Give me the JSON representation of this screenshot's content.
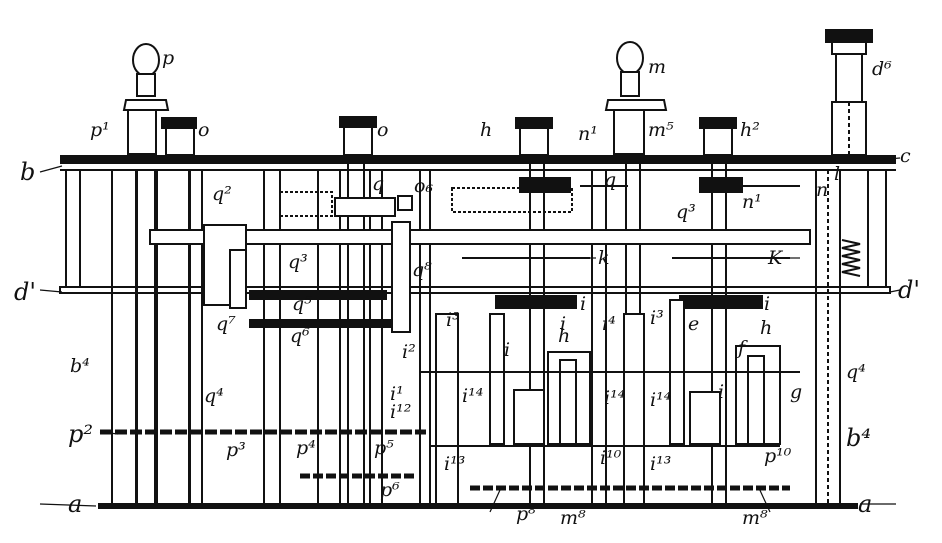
{
  "labels": {
    "p": "p",
    "m": "m",
    "d6": "d⁶",
    "p1": "p¹",
    "o_left": "o",
    "o_mid": "o",
    "h_top": "h",
    "n1": "n¹",
    "m5": "m⁵",
    "h2": "h²",
    "c": "c",
    "b": "b",
    "q": "q",
    "o6": "o₆",
    "n": "n",
    "l": "l",
    "n1b": "n¹",
    "q2": "q²",
    "q_right": "q",
    "q3_upper": "q³",
    "q3": "q³",
    "q8": "q⁸",
    "k_left": "k",
    "k_right": "K",
    "d_prime_left": "d'",
    "d_prime_right": "d'",
    "q5": "q⁵",
    "q7": "q⁷",
    "q6": "q⁶",
    "i_left": "i",
    "i_right": "i",
    "i3_left": "i³",
    "i3_right": "i³",
    "i4_a": "i⁴",
    "i_b": "i",
    "e": "e",
    "h_mid_left": "h",
    "h_mid_right": "h",
    "f": "f",
    "i2": "i²",
    "i_c": "i",
    "g": "g",
    "b4_left": "b⁴",
    "q4_left": "q⁴",
    "q4_right": "q⁴",
    "i1": "i¹",
    "i12": "i¹²",
    "i14_a": "i¹⁴",
    "i14_b": "i¹⁴",
    "i14_c": "i¹⁴",
    "i_d": "i",
    "p2": "p²",
    "p3": "p³",
    "p4": "p⁴",
    "p5": "p⁵",
    "i10": "i¹⁰",
    "p10": "p¹⁰",
    "b4_right": "b⁴",
    "i13_left": "i¹³",
    "i13_right": "i¹³",
    "p6": "p⁶",
    "a_left": "a",
    "a_right": "a",
    "p8": "p⁸",
    "m8_left": "m⁸",
    "m8_right": "m⁸"
  }
}
